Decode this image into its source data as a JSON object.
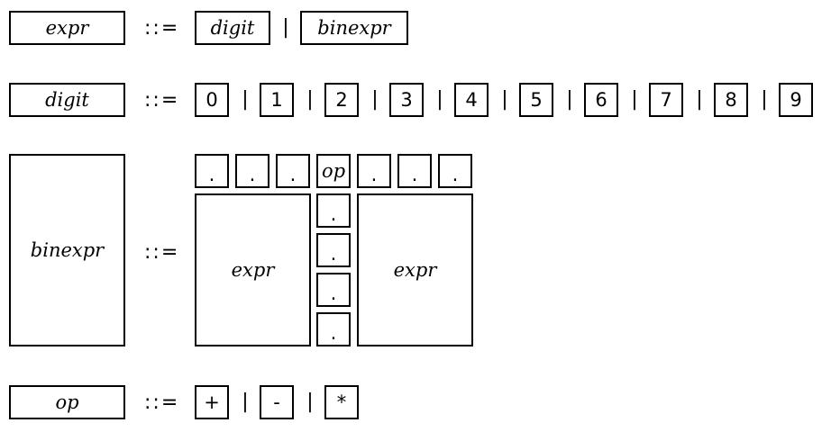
{
  "grammar": {
    "assign_symbol": "::=",
    "alternative_separator": "|",
    "rules": [
      {
        "lhs": "expr",
        "rhs": [
          "digit",
          "binexpr"
        ]
      },
      {
        "lhs": "digit",
        "rhs": [
          "0",
          "1",
          "2",
          "3",
          "4",
          "5",
          "6",
          "7",
          "8",
          "9"
        ]
      },
      {
        "lhs": "binexpr",
        "rhs": {
          "top_row": [
            ".",
            ".",
            ".",
            "op",
            ".",
            ".",
            "."
          ],
          "left": "expr",
          "middle_column": [
            ".",
            ".",
            ".",
            "."
          ],
          "right": "expr"
        }
      },
      {
        "lhs": "op",
        "rhs": [
          "+",
          "-",
          "*"
        ]
      }
    ]
  },
  "colors": {
    "stroke": "#000000",
    "background": "#ffffff"
  }
}
